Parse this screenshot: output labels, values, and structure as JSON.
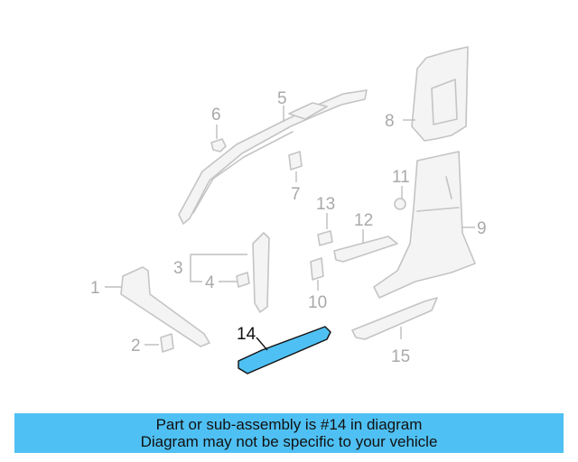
{
  "callouts": {
    "c1": "1",
    "c2": "2",
    "c3": "3",
    "c4": "4",
    "c5": "5",
    "c6": "6",
    "c7": "7",
    "c8": "8",
    "c9": "9",
    "c10": "10",
    "c11": "11",
    "c12": "12",
    "c13": "13",
    "c14": "14",
    "c15": "15"
  },
  "highlight": {
    "part": "14",
    "color": "#4fc0f3"
  },
  "banner": {
    "line1": "Part or sub-assembly is #14 in diagram",
    "line2": "Diagram may not be specific to your vehicle"
  }
}
